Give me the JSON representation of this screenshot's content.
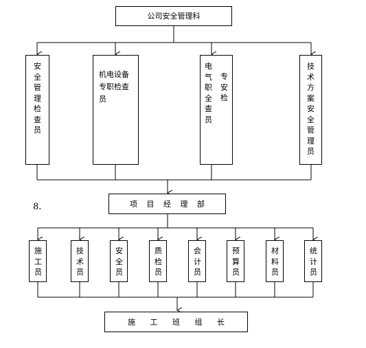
{
  "top": {
    "title": "公司安全管理科"
  },
  "level2": [
    {
      "id": "safety-inspector",
      "text": "安全管理检查员"
    },
    {
      "id": "mech-elec-inspector",
      "line1": "机电设备",
      "line2": "专职检查",
      "line3": "员"
    },
    {
      "id": "electrical-inspector",
      "col1": "电气职全查员",
      "col2": "专安检"
    },
    {
      "id": "tech-safety-manager",
      "text": "技术方案安全管理员"
    }
  ],
  "middle": {
    "title": "项 目 经 理 部"
  },
  "side_label": "8.",
  "level4": [
    {
      "id": "construction",
      "text": "施工员"
    },
    {
      "id": "technician",
      "text": "技术员"
    },
    {
      "id": "safety",
      "text": "安全员"
    },
    {
      "id": "quality",
      "text": "质检员"
    },
    {
      "id": "accounting",
      "text": "会计员"
    },
    {
      "id": "budget",
      "text": "预算员"
    },
    {
      "id": "materials",
      "text": "材料员"
    },
    {
      "id": "statistics",
      "text": "统计员"
    }
  ],
  "bottom": {
    "title": "施 工 班 组 长"
  },
  "colors": {
    "line": "#000000",
    "box_fill": "#ffffff"
  }
}
